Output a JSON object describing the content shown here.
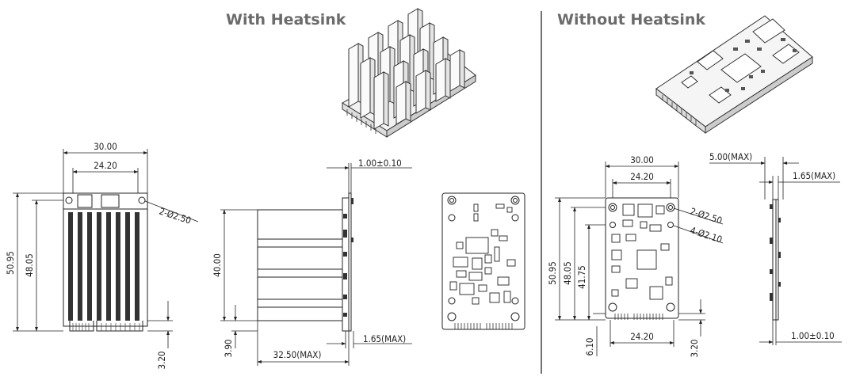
{
  "headings": {
    "left": "With Heatsink",
    "right": "Without Heatsink"
  },
  "dims_left": {
    "width_outer": "30.00",
    "width_inner": "24.20",
    "holes": "2-Ø2.50",
    "height_outer": "50.95",
    "height_inner": "48.05",
    "bottom_offset": "3.20",
    "thickness_top": "1.00±0.10",
    "sink_height": "40.00",
    "side_bottom": "3.90",
    "sink_depth": "32.50(MAX)",
    "comp_height": "1.65(MAX)"
  },
  "dims_right": {
    "width_outer": "30.00",
    "width_inner": "24.20",
    "holes_a": "2-Ø2.50",
    "holes_b": "4-Ø2.10",
    "height_outer": "50.95",
    "height_mid": "48.05",
    "height_inner": "41.75",
    "bottom_offset_left": "6.10",
    "bottom_width": "24.20",
    "bottom_offset_right": "3.20",
    "side_top": "5.00(MAX)",
    "side_comp": "1.65(MAX)",
    "side_pcb": "1.00±0.10"
  }
}
